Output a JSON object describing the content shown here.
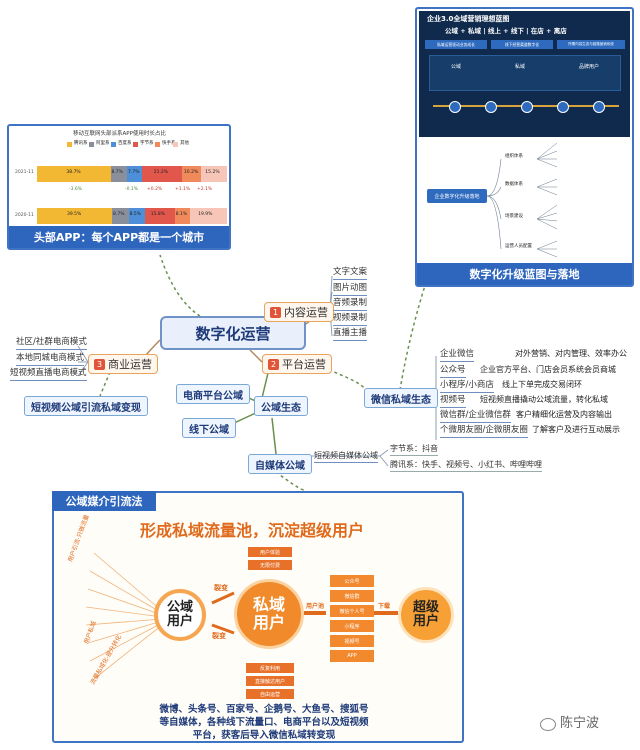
{
  "center": {
    "label": "数字化运营"
  },
  "branches": {
    "content": {
      "num": "1",
      "label": "内容运营",
      "leaves": [
        "文字文案",
        "图片动图",
        "音频录制",
        "视频录制",
        "直播主播"
      ]
    },
    "platform": {
      "num": "2",
      "label": "平台运营"
    },
    "business": {
      "num": "3",
      "label": "商业运营",
      "leaves": [
        "社区/社群电商模式",
        "本地同城电商模式",
        "短视频直播电商模式"
      ]
    }
  },
  "business_note": "短视频公域引流私域变现",
  "platform_nodes": {
    "ecom": "电商平台公域",
    "public": "公域生态",
    "offline": "线下公域",
    "selfmedia": "自媒体公域",
    "private": "微信私域生态"
  },
  "selfmedia": {
    "label": "短视频自媒体公域",
    "items": [
      "字节系：抖音",
      "腾讯系：快手、视频号、小红书、哔哩哔哩"
    ]
  },
  "wechat_items": [
    {
      "name": "企业微信",
      "desc": "对外营销、对内管理、效率办公"
    },
    {
      "name": "公众号",
      "desc": "企业官方平台、门店会员系统会员商城"
    },
    {
      "name": "小程序/小商店",
      "desc": "线上下单完成交易闭环"
    },
    {
      "name": "视频号",
      "desc": "短视频直播撬动公域流量，转化私域"
    },
    {
      "name": "微信群/企业微信群",
      "desc": "客户精细化运营及内容输出"
    },
    {
      "name": "个微朋友圈/企微朋友圈",
      "desc": "了解客户及进行互动展示"
    }
  ],
  "card_app": {
    "caption": "头部APP：每个APP都是一个城市",
    "chart_title": "移动互联网头部派系APP使用时长占比",
    "legend": [
      "腾讯系",
      "阿里系",
      "百度系",
      "字节系",
      "快手系",
      "其他"
    ],
    "colors": [
      "#f3b833",
      "#8a8f9c",
      "#4d8fd8",
      "#e2574c",
      "#f08a5a",
      "#f7c6b8"
    ],
    "year_labels": [
      "2021-11",
      "2020-11"
    ],
    "change_labels": [
      "-3.6%",
      "-0.1%",
      "+0.2%",
      "+1.1%",
      "+2.1%"
    ],
    "top_labels": [
      "38.7%",
      "8.7%",
      "7.7%",
      "21.2%",
      "10.2%",
      "15.2%"
    ],
    "bottom_labels": [
      "39.5%",
      "8.7%",
      "8.5%",
      "15.8%",
      "8.1%",
      "19.9%"
    ]
  },
  "card_map": {
    "caption": "数字化升级蓝图与落地",
    "header_title": "企业3.0全域营销理想蓝图",
    "header_sub": "公域 + 私域 | 线上 + 线下 | 在店 + 离店",
    "tabs": [
      "私域运营驱动业务成长",
      "线下经营渠道数字化",
      "所需内容生态与链路营销系统"
    ],
    "node_labels": [
      "公域",
      "私域",
      "品牌用户"
    ],
    "mind_root": "企业数字化升级落地",
    "mind_branches": [
      "组织体系",
      "数据体系",
      "场景建设",
      "运营人员配置"
    ]
  },
  "card_flow": {
    "title_tag": "公域媒介引流法",
    "headline": "形成私域流量池，沉淀超级用户",
    "public_user": "公域\n用户",
    "private_user": "私域\n用户",
    "super_user": "超级\n用户",
    "top_boxes": [
      "用户体验",
      "无限付费"
    ],
    "bottom_boxes": [
      "反复利用",
      "直接触达用户",
      "自由运营"
    ],
    "right_boxes": [
      "公众号",
      "微信群",
      "微信个人号",
      "小程序",
      "视频号",
      "APP"
    ],
    "arrow_labels": [
      "裂变",
      "裂变",
      "用户池",
      "下载"
    ],
    "left_labels": [
      "用户引流·只做流量",
      "用户私域",
      "流量私域化·提升转化"
    ],
    "footer_lines": [
      "微博、头条号、百家号、企鹅号、大鱼号、搜狐号",
      "等自媒体，各种线下流量口、电商平台以及短视频",
      "平台，获客后导入微信私域转变现"
    ],
    "watermark": "陈宁波"
  }
}
